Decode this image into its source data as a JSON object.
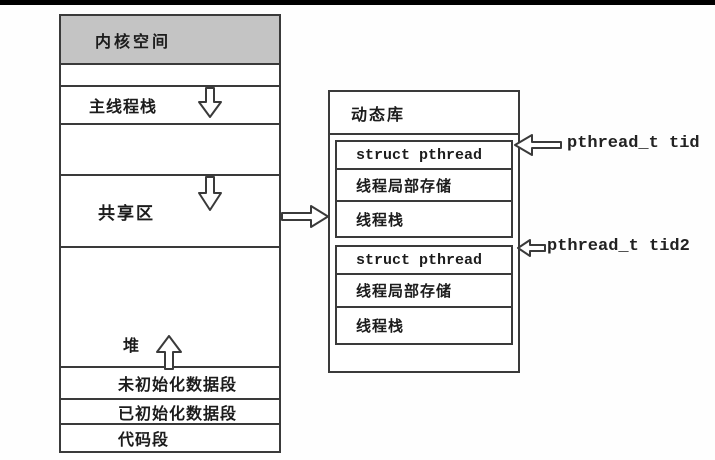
{
  "left_box": {
    "kernel_label": "内核空间",
    "main_thread_stack_label": "主线程栈",
    "shared_area_label": "共享区",
    "heap_label": "堆",
    "uninit_data_label": "未初始化数据段",
    "init_data_label": "已初始化数据段",
    "code_label": "代码段"
  },
  "right_box": {
    "title": "动态库",
    "thread_blocks": [
      {
        "rows": [
          "struct pthread",
          "线程局部存储",
          "线程栈"
        ]
      },
      {
        "rows": [
          "struct pthread",
          "线程局部存储",
          "线程栈"
        ]
      }
    ]
  },
  "annotations": {
    "tid": "pthread_t tid",
    "tid2": "pthread_t tid2"
  },
  "icons": {
    "main_stack_arrow": "down-arrow",
    "shared_area_arrow": "down-arrow",
    "heap_arrow": "up-arrow",
    "shared_to_library_arrow": "right-arrow",
    "tid_arrow": "left-arrow",
    "tid2_arrow": "left-arrow"
  },
  "colors": {
    "line": "#3a3a3a",
    "kernel_fill": "#c4c4c4",
    "text": "#1c1c1c",
    "top_bar": "#000000"
  }
}
